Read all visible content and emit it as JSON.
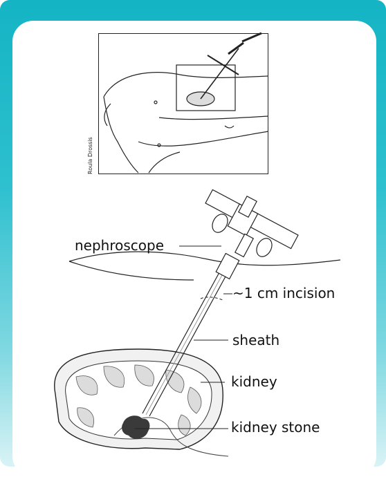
{
  "credit": "Roula Drossis",
  "labels": {
    "nephroscope": "nephroscope",
    "incision": "~1 cm incision",
    "sheath": "sheath",
    "kidney": "kidney",
    "stone": "kidney stone"
  },
  "colors": {
    "frame_top": "#14b4c4",
    "frame_bottom": "#d9f3f6",
    "stone": "#3a3a3a"
  }
}
